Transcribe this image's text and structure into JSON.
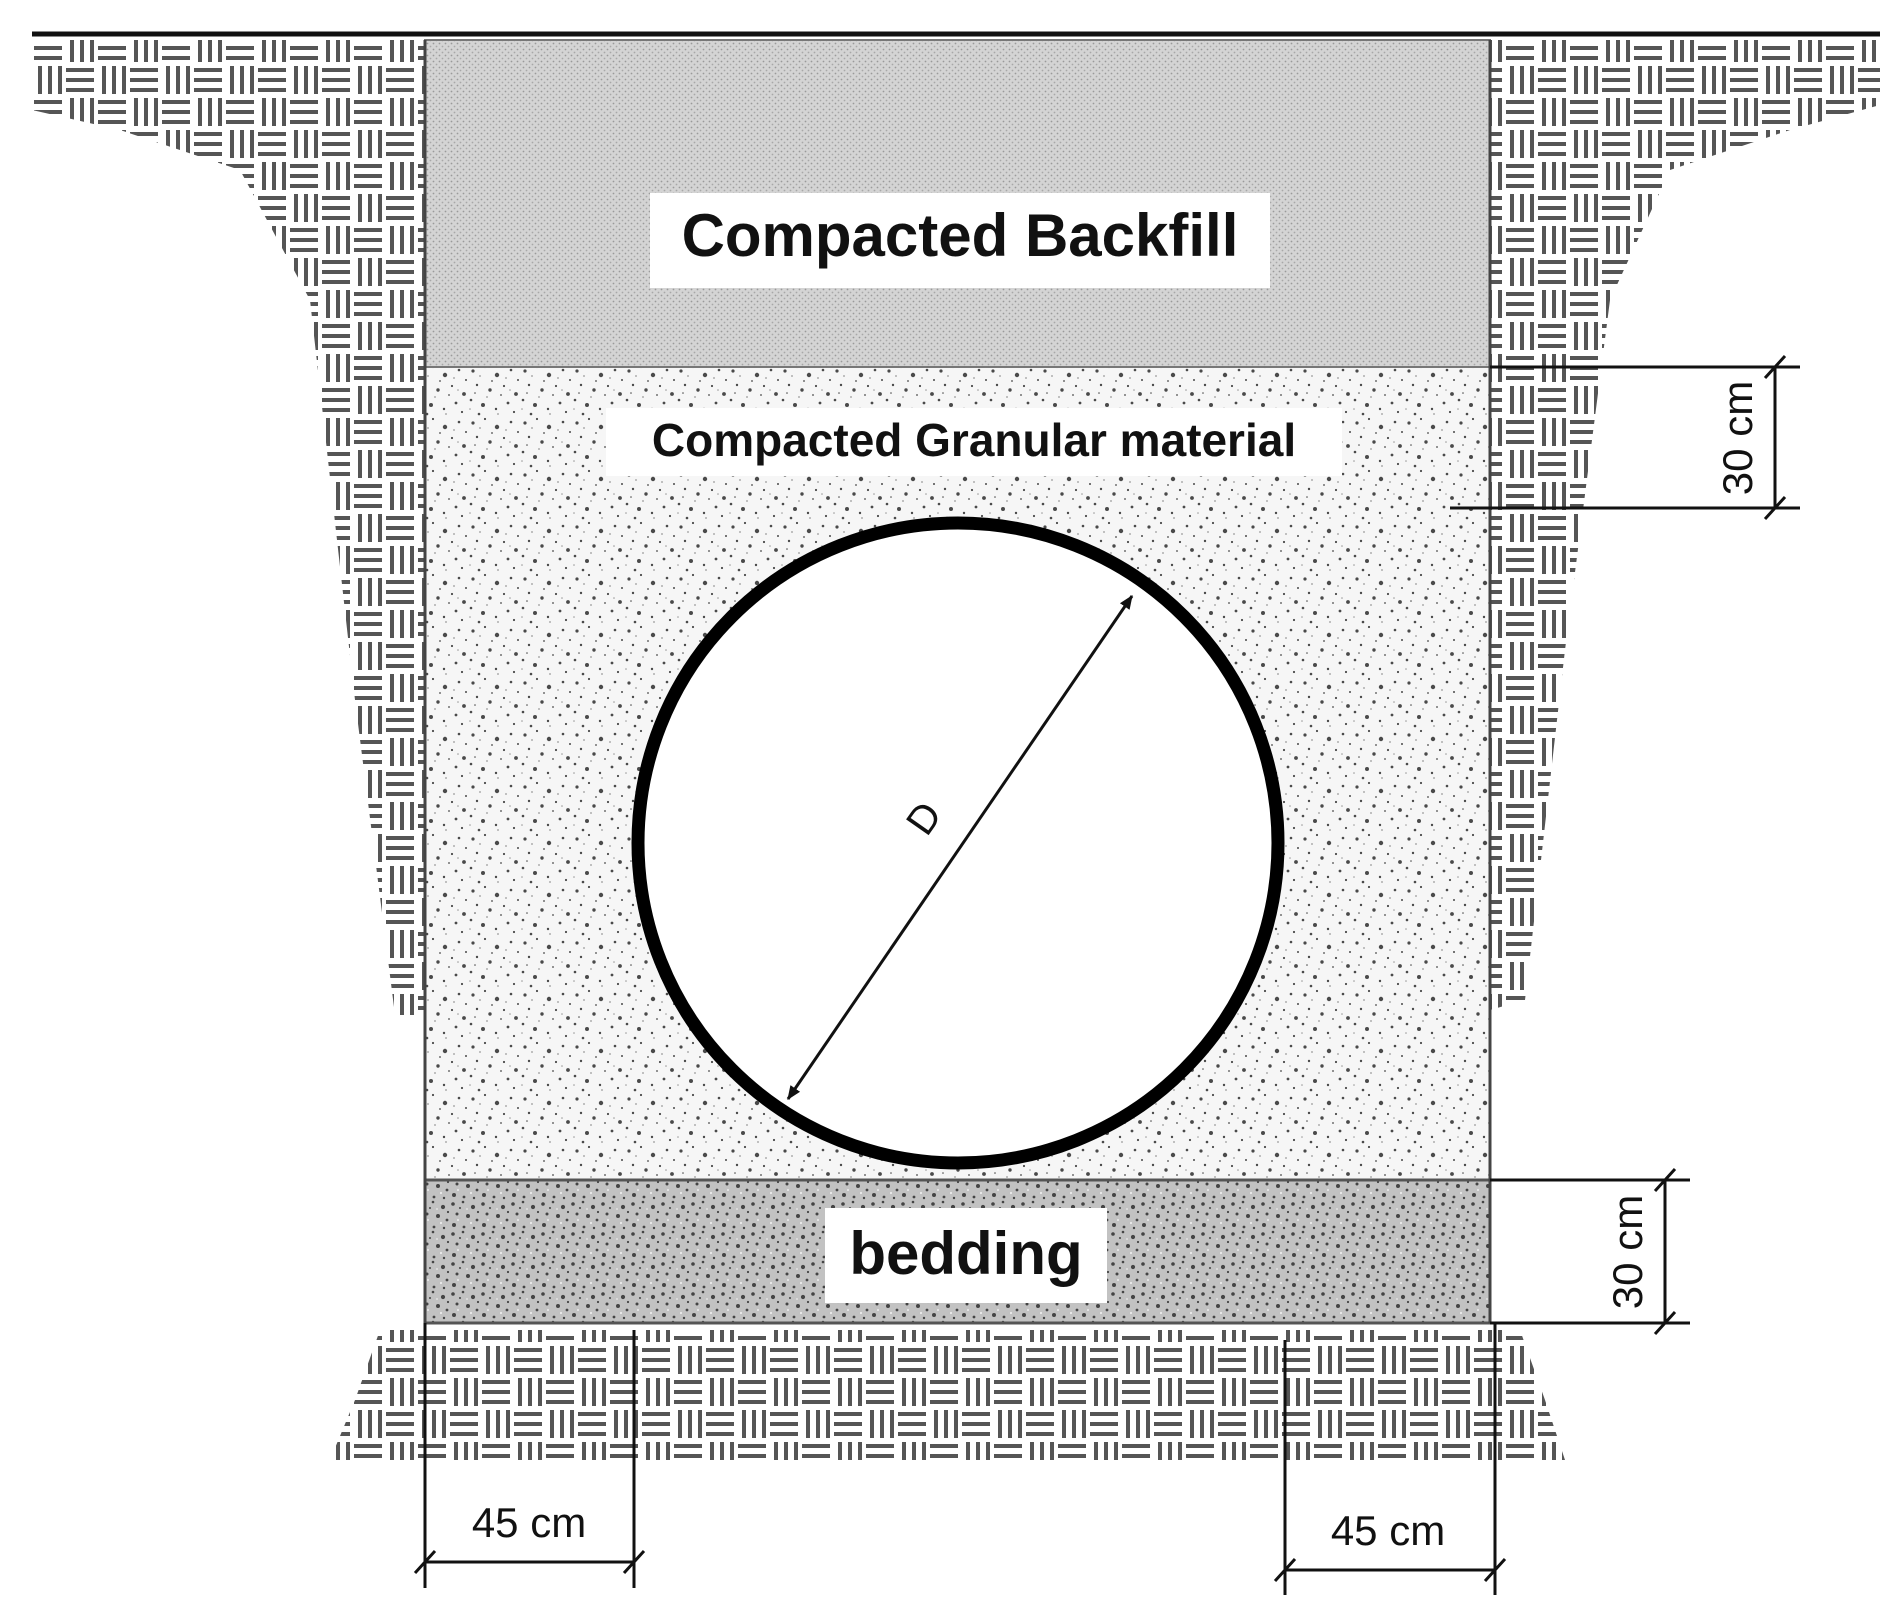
{
  "labels": {
    "backfill": "Compacted Backfill",
    "granular": "Compacted Granular material",
    "bedding": "bedding",
    "diameter": "D"
  },
  "dimensions": {
    "cover_above_pipe": "30 cm",
    "bedding_thickness": "30 cm",
    "left_clearance": "45 cm",
    "right_clearance": "45 cm"
  },
  "colors": {
    "backfill": "#d4d4d4",
    "granular": "#f4f4f4",
    "bedding": "#bdbdbd",
    "soil_hatch": "#555555",
    "pipe": "#000000"
  }
}
